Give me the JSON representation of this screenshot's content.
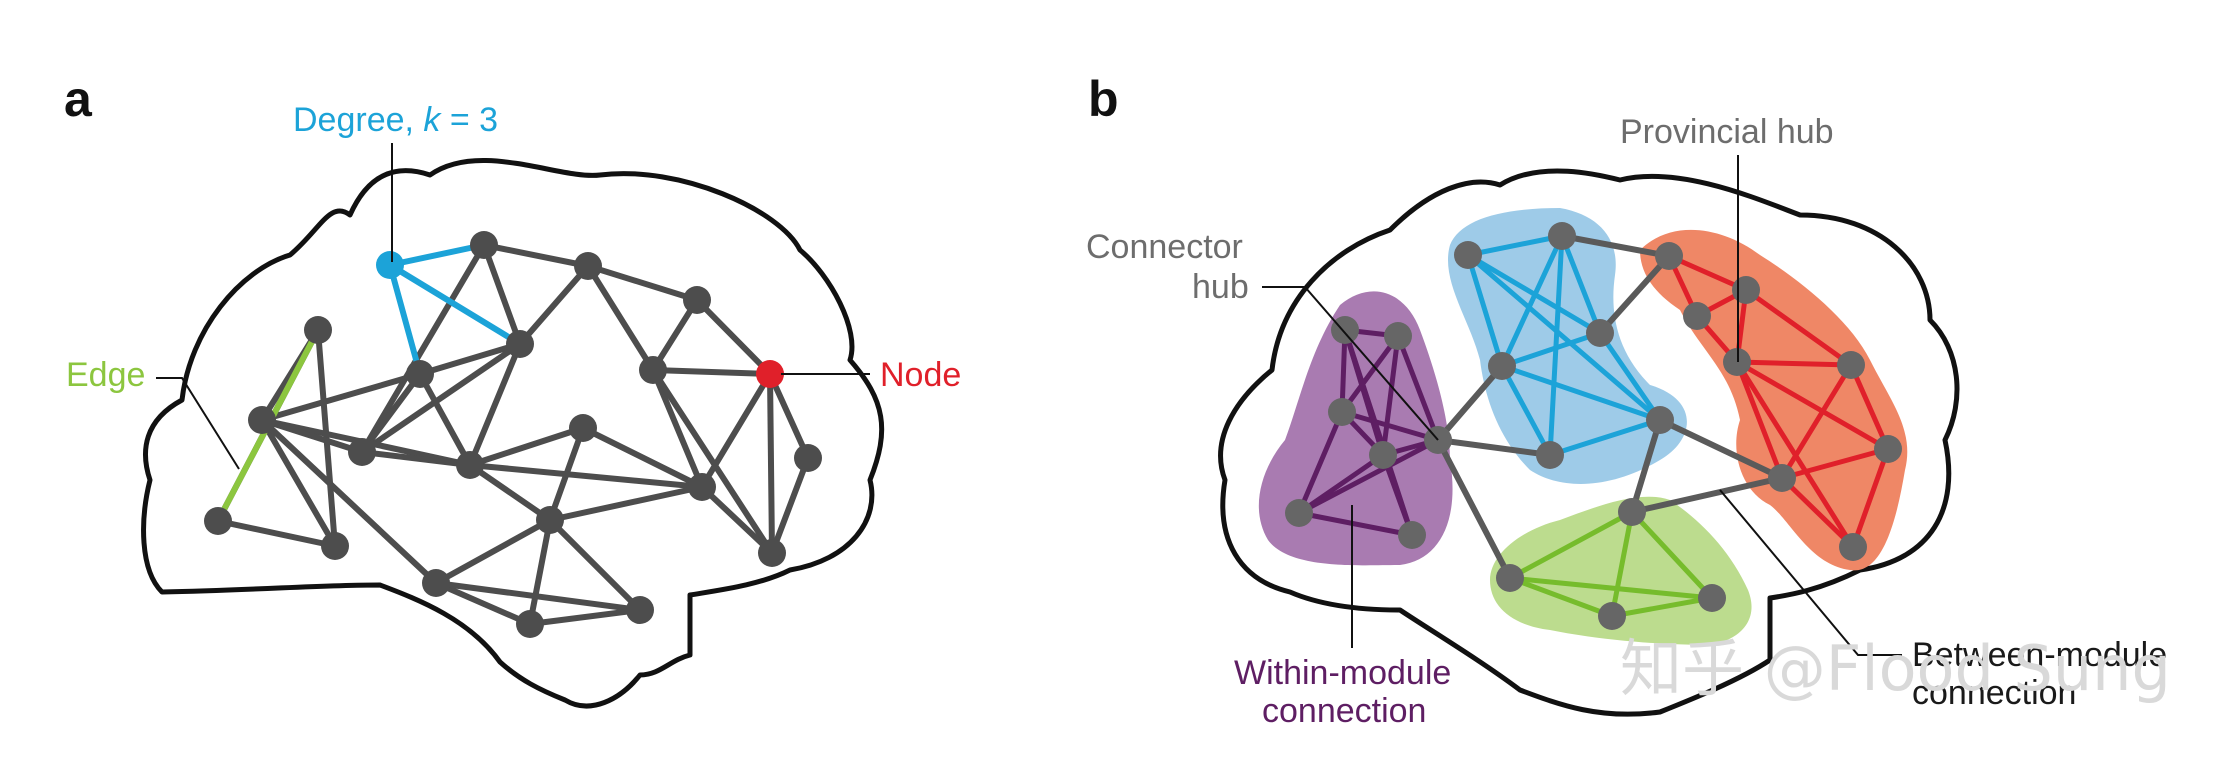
{
  "panel_a": {
    "letter": "a",
    "labels": {
      "degree_prefix": "Degree, ",
      "degree_var": "k",
      "degree_suffix": " = 3",
      "edge": "Edge",
      "node": "Node"
    },
    "colors": {
      "degree": "#1ca3d8",
      "edge": "#8cc63f",
      "node": "#e0202a",
      "network": "#4d4d4d"
    }
  },
  "panel_b": {
    "letter": "b",
    "labels": {
      "provincial_hub": "Provincial hub",
      "connector_hub_line1": "Connector",
      "connector_hub_line2": "hub",
      "within_module_line1": "Within-module",
      "within_module_line2": "connection",
      "between_module_line1": "Between-module",
      "between_module_line2": "connection"
    },
    "module_colors": {
      "purple_fill": "#a97bb1",
      "purple_edge": "#5e1e63",
      "blue_fill": "#9ecbe8",
      "blue_edge": "#1ca3d8",
      "red_fill": "#ef8766",
      "red_edge": "#e0202a",
      "green_fill": "#bcdc8e",
      "green_edge": "#76bc2c"
    },
    "label_colors": {
      "hub": "#6d6d6d",
      "within": "#5e1e63",
      "between": "#1a1a1a"
    }
  },
  "watermark": "知乎 @Flood Sung"
}
